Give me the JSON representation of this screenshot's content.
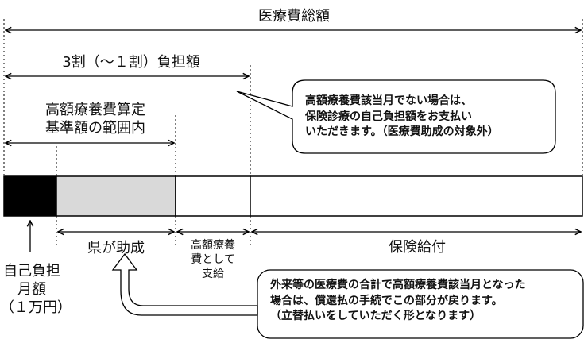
{
  "total": {
    "label": "医療費総額"
  },
  "copay": {
    "label": "3割（～１割）負担額"
  },
  "high_cost_base": {
    "line1": "高額療養費算定",
    "line2": "基準額の範囲内"
  },
  "callout_top": {
    "line1": "高額療養費該当月でない場合は、",
    "line2": "保険診療の自己負担額をお支払い",
    "line3": "いただきます。（医療費助成の対象外）"
  },
  "prefecture": {
    "label": "県が助成"
  },
  "high_cost_payment": {
    "line1": "高額療養",
    "line2": "費として",
    "line3": "支給"
  },
  "insurance": {
    "label": "保険給付"
  },
  "self_pay": {
    "line1": "自己負担",
    "line2": "月額",
    "line3": "（１万円）"
  },
  "callout_bottom": {
    "line1": "外来等の医療費の合計で高額療養費該当月となった",
    "line2": "場合は、償還払の手続でこの部分が戻ります。",
    "line3": "（立替払いをしていただく形となります）"
  },
  "colors": {
    "self_pay_fill": "#000000",
    "prefecture_fill": "#d9d9d9",
    "outline": "#000000"
  }
}
